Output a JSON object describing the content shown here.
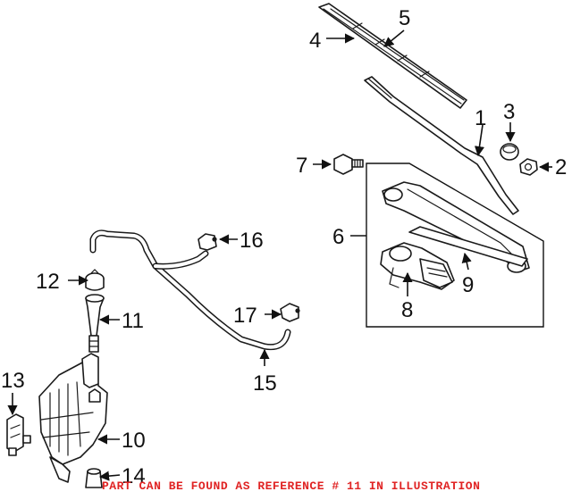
{
  "diagram": {
    "callouts": {
      "c1": "1",
      "c2": "2",
      "c3": "3",
      "c4": "4",
      "c5": "5",
      "c6": "6",
      "c7": "7",
      "c8": "8",
      "c9": "9",
      "c10": "10",
      "c11": "11",
      "c12": "12",
      "c13": "13",
      "c14": "14",
      "c15": "15",
      "c16": "16",
      "c17": "17"
    },
    "notice": "PART CAN BE FOUND AS REFERENCE # 11 IN ILLUSTRATION",
    "colors": {
      "notice": "#e02424",
      "line": "#1a1a1a",
      "background": "#ffffff"
    }
  }
}
